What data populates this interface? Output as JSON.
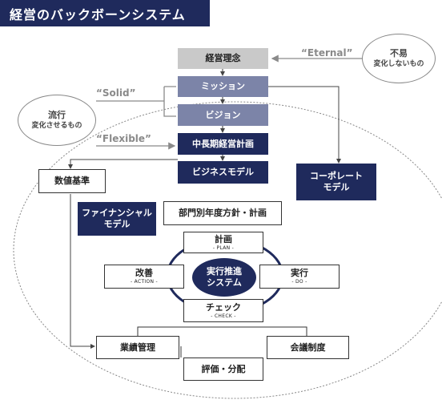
{
  "header": {
    "title": "経営のバックボーンシステム"
  },
  "left_circle": {
    "line1": "流行",
    "line2": "変化させるもの"
  },
  "right_circle": {
    "line1": "不易",
    "line2": "変化しないもの"
  },
  "quotes": {
    "eternal": "“Eternal”",
    "solid": "“Solid”",
    "flexible": "“Flexible”"
  },
  "stack": {
    "philosophy": "経営理念",
    "mission": "ミッション",
    "vision": "ビジョン",
    "midterm_plan": "中長期経営計画",
    "business_model": "ビジネスモデル"
  },
  "boxes": {
    "metrics": "数値基準",
    "corporate_brand": "コーポレート\nモデル",
    "financial_model": "ファイナンシャル\nモデル",
    "dept_plan": "部門別年度方針・計画",
    "performance_mgmt": "業績管理",
    "meeting_system": "会議制度",
    "evaluation": "評価・分配"
  },
  "pdca": {
    "center_line1": "実行推進",
    "center_line2": "システム",
    "plan": "計画",
    "plan_sub": "- PLAN -",
    "do": "実行",
    "do_sub": "- DO -",
    "check": "チェック",
    "check_sub": "- CHECK -",
    "action": "改善",
    "action_sub": "- ACTION -"
  },
  "colors": {
    "navy": "#1f2a5c",
    "mid": "#7c84a8",
    "gray": "#c9c9c9"
  }
}
